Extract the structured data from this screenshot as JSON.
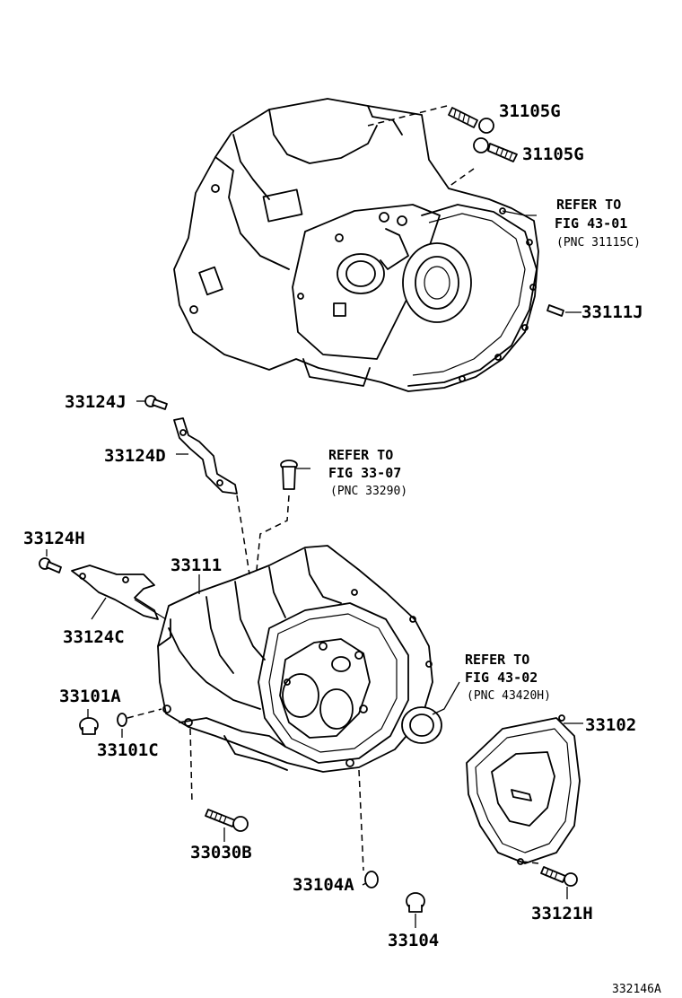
{
  "labels": {
    "p31105G_a": "31105G",
    "p31105G_b": "31105G",
    "ref1": [
      "REFER TO",
      "FIG 43-01",
      "(PNC 31115C)"
    ],
    "p33111J": "33111J",
    "p33124J": "33124J",
    "p33124D": "33124D",
    "ref2": [
      "REFER TO",
      "FIG 33-07",
      "(PNC 33290)"
    ],
    "p33124H": "33124H",
    "p33111": "33111",
    "p33124C": "33124C",
    "ref3": [
      "REFER TO",
      "FIG 43-02",
      "(PNC 43420H)"
    ],
    "p33101A": "33101A",
    "p33102": "33102",
    "p33101C": "33101C",
    "p33030B": "33030B",
    "p33104A": "33104A",
    "p33121H": "33121H",
    "p33104": "33104",
    "figure_id": "332146A"
  }
}
